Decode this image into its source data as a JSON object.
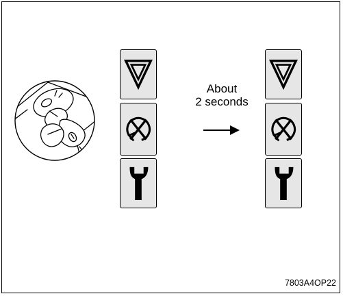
{
  "diagram": {
    "caption": {
      "line1": "About",
      "line2": "2 seconds"
    },
    "figure_code": "7803A4OP22",
    "left_column": [
      "hazard-triangle-icon",
      "rotation-cycle-icon",
      "wrench-icon"
    ],
    "right_column": [
      "hazard-triangle-icon",
      "rotation-cycle-icon",
      "wrench-icon"
    ],
    "tile_color": "#e6e6e6"
  }
}
